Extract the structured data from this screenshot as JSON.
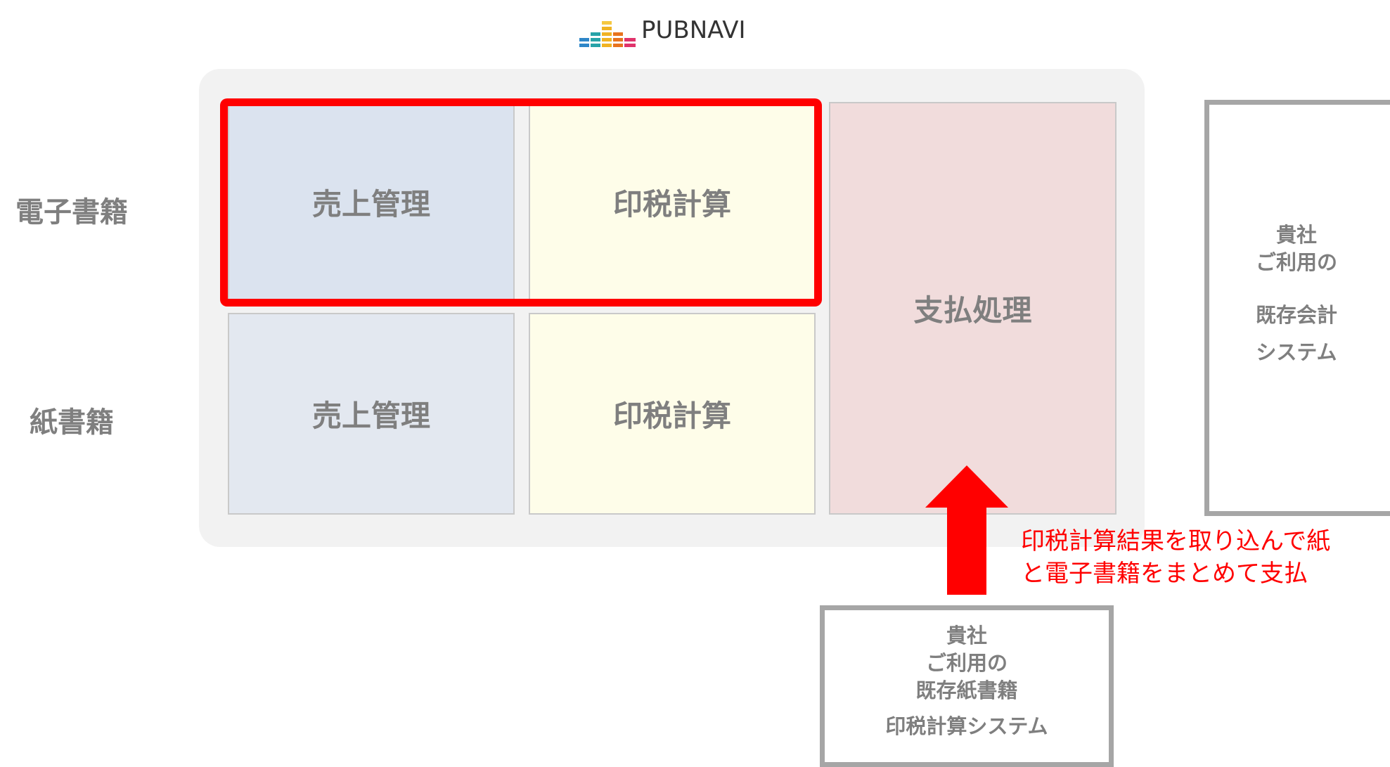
{
  "logo": {
    "text": "PUBNAVI"
  },
  "rows": {
    "ebook": "電子書籍",
    "paper": "紙書籍"
  },
  "cells": {
    "ebook_sales": "売上管理",
    "ebook_royalty": "印税計算",
    "paper_sales": "売上管理",
    "paper_royalty": "印税計算",
    "payment": "支払処理"
  },
  "accounting_box": {
    "line1": "貴社",
    "line2": "ご利用の",
    "line3": "既存会計",
    "line4": "システム"
  },
  "royalty_box": {
    "line1": "貴社",
    "line2": "ご利用の",
    "line3": "既存紙書籍",
    "line4": "印税計算システム"
  },
  "annotation": {
    "line1": "印税計算結果を取り込んで紙",
    "line2": "と電子書籍をまとめて支払"
  },
  "colors": {
    "highlight": "#ff0000",
    "arrow": "#ff0000",
    "sales_cell": "#dbe3ef",
    "royalty_cell": "#fefde9",
    "payment_cell": "#f1dcdc",
    "panel": "#f2f2f2",
    "box_border": "#a6a6a6"
  }
}
